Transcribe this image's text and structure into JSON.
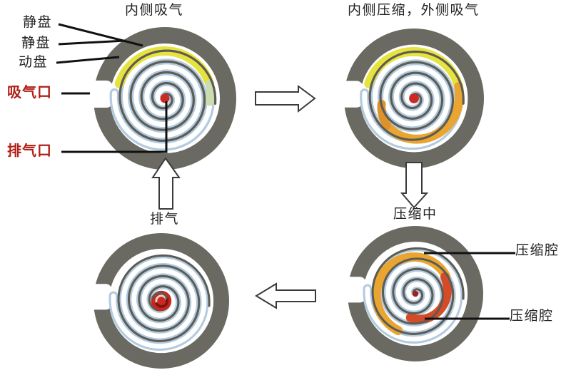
{
  "stages": {
    "top_left": {
      "title": "内侧吸气"
    },
    "top_right": {
      "title": "内侧压缩，外侧吸气"
    },
    "bottom_right": {
      "title": "压缩中"
    },
    "bottom_left": {
      "title": "排气"
    }
  },
  "labels": {
    "static_scroll_1": "静盘",
    "static_scroll_2": "静盘",
    "moving_scroll": "动盘",
    "suction_port": "吸气口",
    "discharge_port": "排气口",
    "compression_chamber_1": "压缩腔",
    "compression_chamber_2": "压缩腔"
  },
  "colors": {
    "ring": "#6a6a62",
    "disc": "#ffffff",
    "passageBlue": "#b3cbe0",
    "passageWhite": "#ffffff",
    "wall": "#5c5c55",
    "yellow": "#e7e33e",
    "paleGreen": "#ccdcae",
    "orange": "#e9a52f",
    "orangeDeep": "#e0922a",
    "redOrange": "#d54b28",
    "centerRed": "#c92b24",
    "dotDark": "#9c2424",
    "blobRed": "#c4281e",
    "blobSwirlLight": "#ead2c8",
    "blobSwirlDark": "#7e150c",
    "labelRed": "#b02018",
    "line": "#111111"
  }
}
